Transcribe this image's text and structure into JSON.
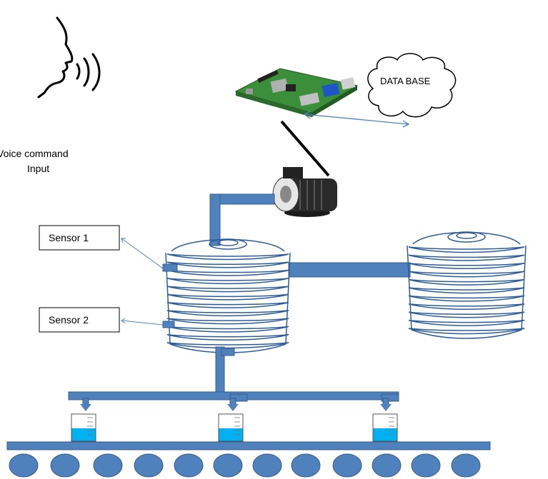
{
  "voice": {
    "line1": "Voice command",
    "line2": "Input"
  },
  "database": {
    "label": "DATA BASE"
  },
  "sensors": [
    {
      "label": "Sensor 1"
    },
    {
      "label": "Sensor 2"
    }
  ],
  "colors": {
    "pipe": "#4f81bd",
    "stroke": "#385d8a",
    "water": "#00b0f0",
    "tank_line": "#2e5c9a"
  }
}
